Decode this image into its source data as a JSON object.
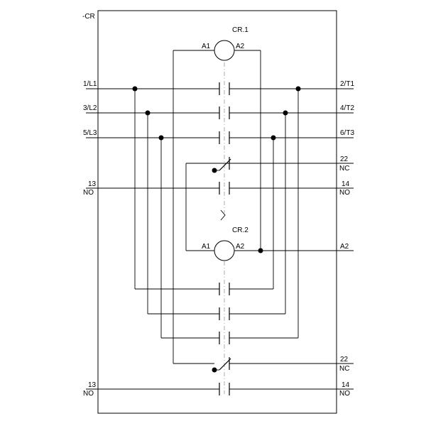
{
  "device_tag": "-CR",
  "coil_1": {
    "name": "CR.1",
    "a1": "A1",
    "a2": "A2"
  },
  "coil_2": {
    "name": "CR.2",
    "a1": "A1",
    "a2": "A2"
  },
  "terminals_left": {
    "l1": "1/L1",
    "l2": "3/L2",
    "l3": "5/L3",
    "aux_no_top_num": "13",
    "aux_no_top_type": "NO",
    "aux_no_bottom_num": "13",
    "aux_no_bottom_type": "NO"
  },
  "terminals_right": {
    "t1": "2/T1",
    "t2": "4/T2",
    "t3": "6/T3",
    "nc_top_num": "22",
    "nc_top_type": "NC",
    "no_top_num": "14",
    "no_top_type": "NO",
    "a2": "A2",
    "nc_bottom_num": "22",
    "nc_bottom_type": "NC",
    "no_bottom_num": "14",
    "no_bottom_type": "NO"
  }
}
